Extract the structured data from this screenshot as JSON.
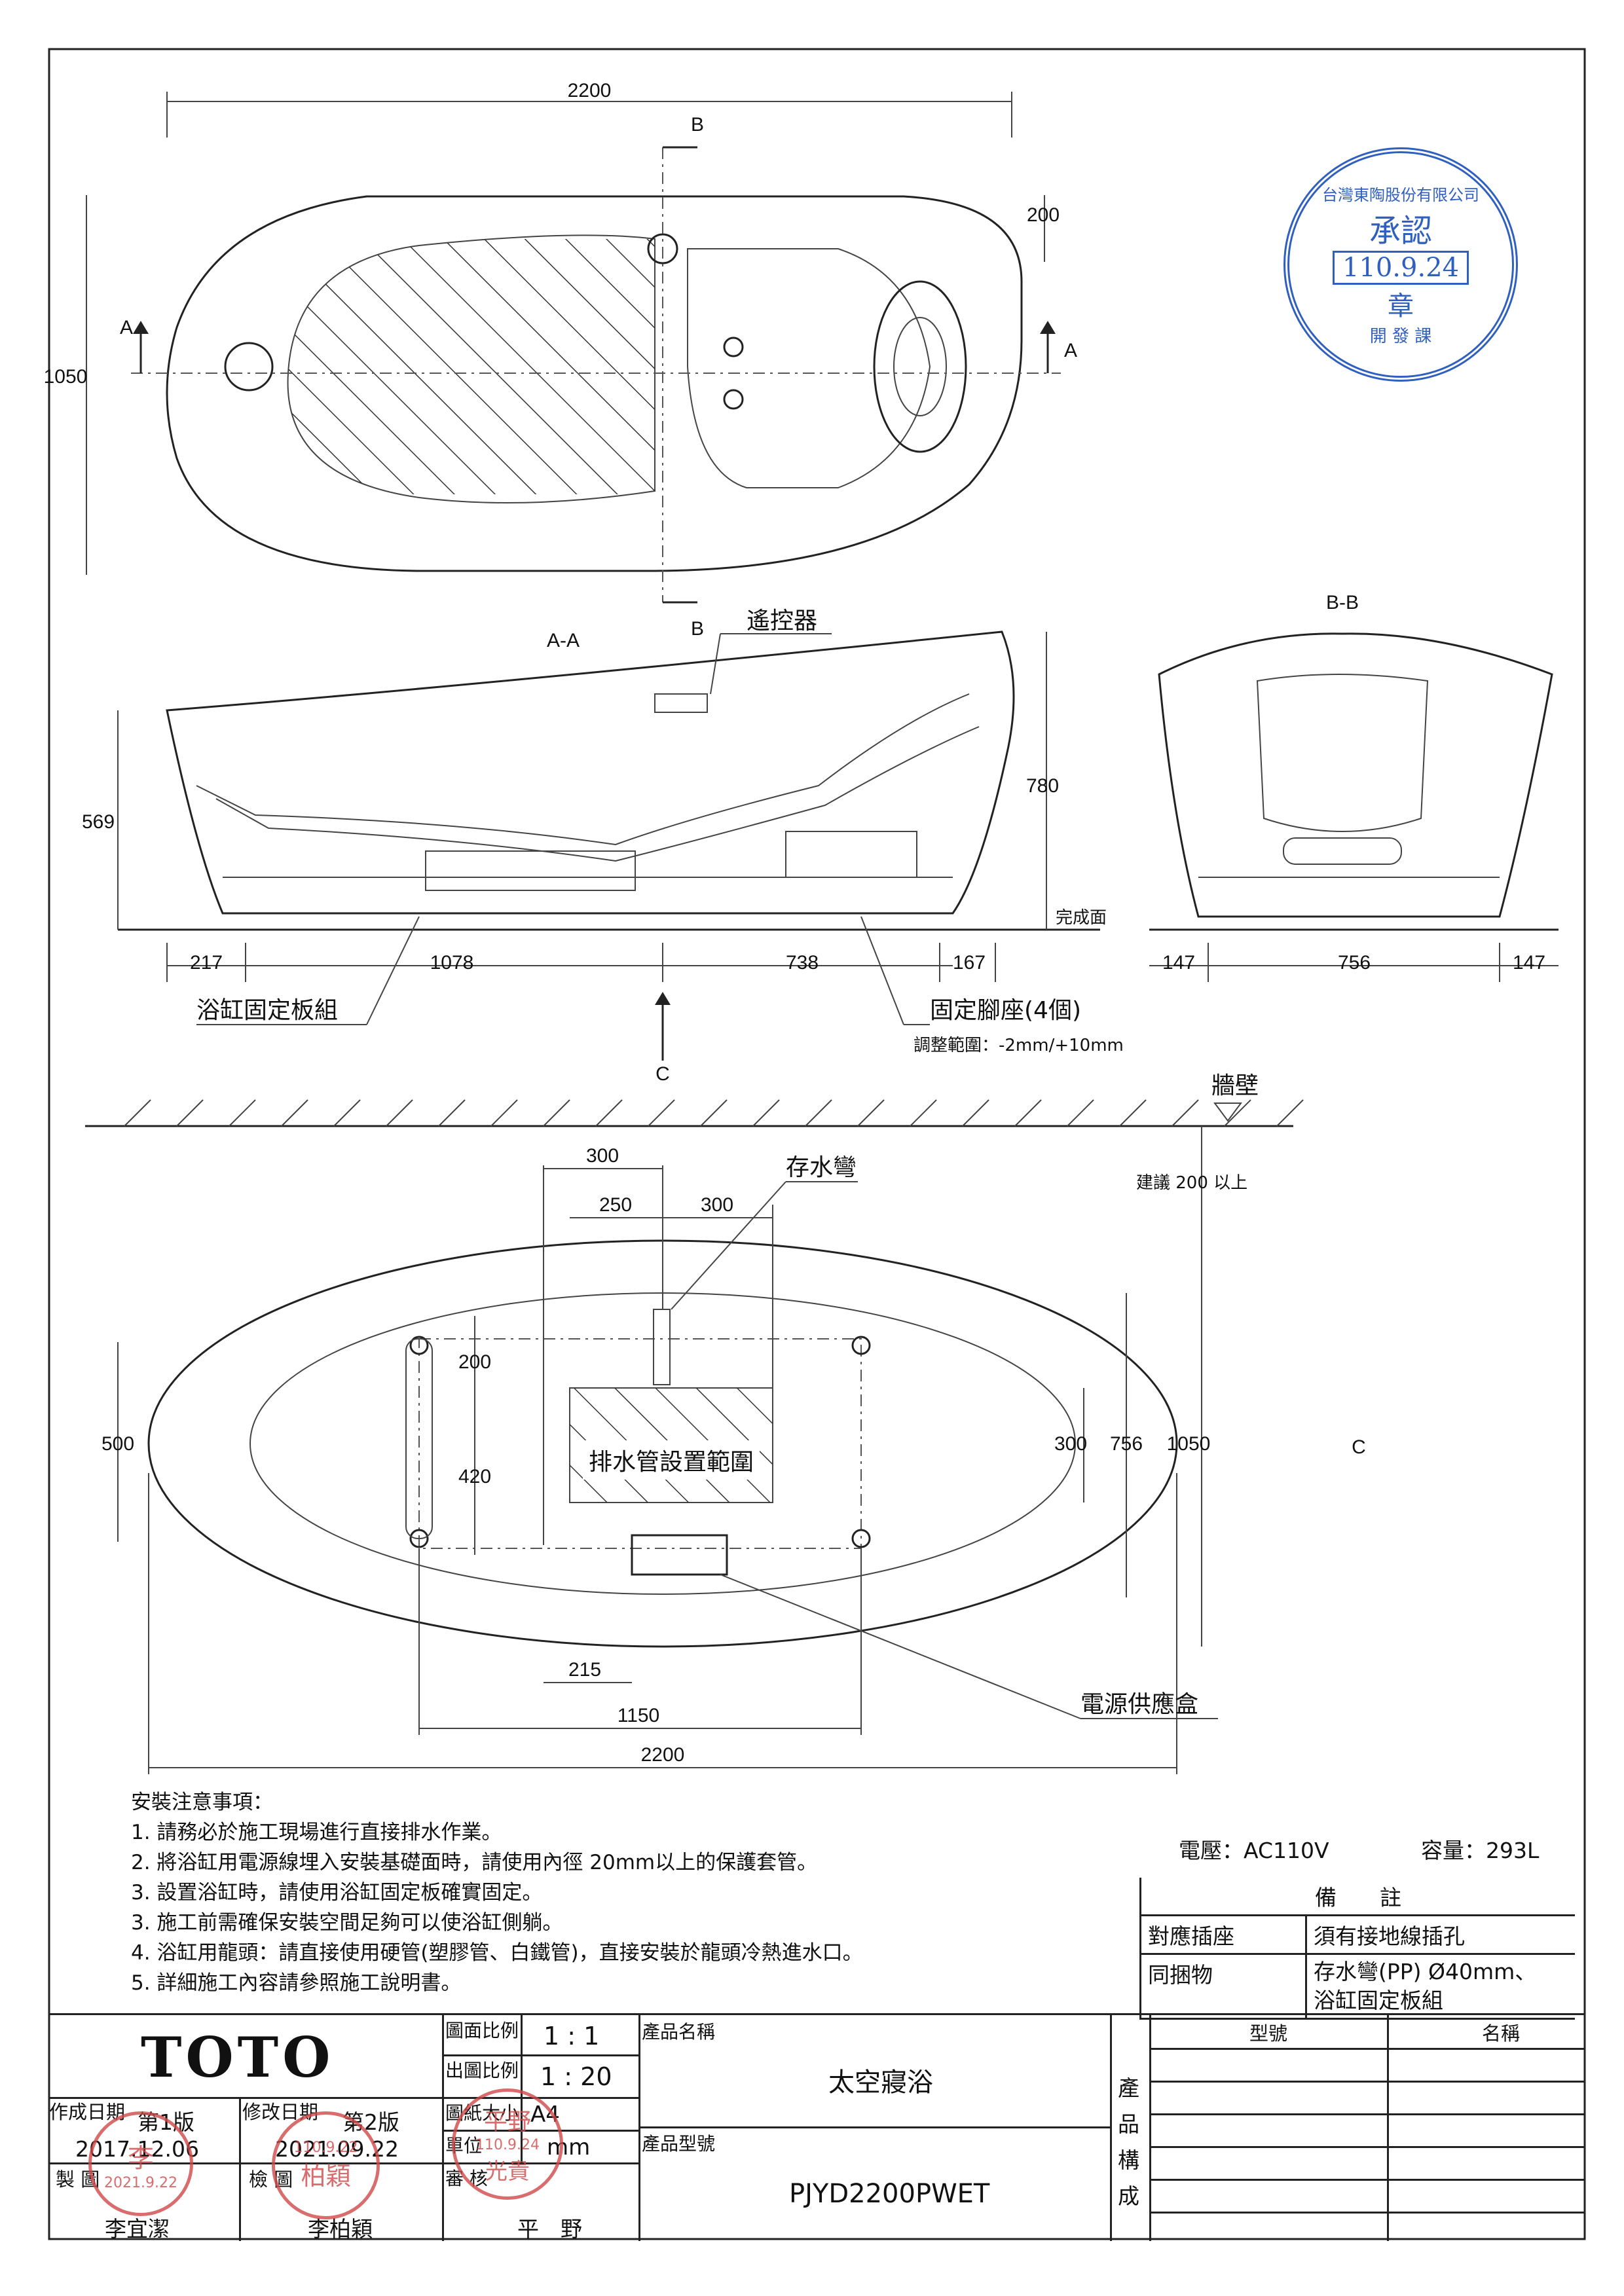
{
  "plan_top": {
    "dim_length": "2200",
    "dim_width": "1050",
    "dim_offset": "200",
    "section_a": "A",
    "section_b": "B"
  },
  "section_aa": {
    "title": "A-A",
    "remote_label": "遙控器",
    "dim_height_left": "569",
    "dim_height_right": "780",
    "floor_label": "完成面",
    "dims_bottom": [
      "217",
      "1078",
      "738",
      "167"
    ],
    "fix_plate": "浴缸固定板組",
    "feet": "固定腳座(4個)",
    "adjust_range": "調整範圍：-2mm/+10mm",
    "section_c": "C"
  },
  "section_bb": {
    "title": "B-B",
    "dims_bottom": [
      "147",
      "756",
      "147"
    ]
  },
  "plan_bottom": {
    "wall": "牆壁",
    "wall_note": "建議 200 以上",
    "dim_300_top": "300",
    "dim_250": "250",
    "dim_300_right": "300",
    "trap": "存水彎",
    "dim_200": "200",
    "dim_420": "420",
    "dim_500": "500",
    "dim_300_v": "300",
    "dim_756": "756",
    "dim_1050": "1050",
    "drain_range": "排水管設置範圍",
    "dim_215": "215",
    "dim_1150": "1150",
    "dim_2200": "2200",
    "power_box": "電源供應盒",
    "view_c": "C"
  },
  "notes": {
    "title": "安裝注意事項：",
    "items": [
      "1. 請務必於施工現場進行直接排水作業。",
      "2. 將浴缸用電源線埋入安裝基礎面時，請使用內徑 20mm以上的保護套管。",
      "3. 設置浴缸時，請使用浴缸固定板確實固定。",
      "3. 施工前需確保安裝空間足夠可以使浴缸側躺。",
      "4. 浴缸用龍頭：請直接使用硬管(塑膠管、白鐵管)，直接安裝於龍頭冷熱進水口。",
      "5. 詳細施工內容請參照施工說明書。"
    ]
  },
  "specs": {
    "voltage": "電壓：AC110V",
    "capacity": "容量：293L"
  },
  "remarks": {
    "header": "備　　註",
    "r1_label": "對應插座",
    "r1_value": "須有接地線插孔",
    "r2_label": "同捆物",
    "r2_value_1": "存水彎(PP) Ø40mm、",
    "r2_value_2": "浴缸固定板組"
  },
  "title_block": {
    "logo": "TOTO",
    "scale_label": "圖面比例",
    "scale": "1 : 1",
    "out_scale_label": "出圖比例",
    "out_scale": "1 : 20",
    "paper_label": "圖紙大小",
    "paper": "A4",
    "unit_label": "單位",
    "unit": "mm",
    "review_label": "審 核",
    "reviewer": "平　野",
    "created_label": "作成日期",
    "created_ver": "第1版",
    "created_date": "2017.12.06",
    "modified_label": "修改日期",
    "modified_ver": "第2版",
    "modified_date": "2021.09.22",
    "drawn_label": "製 圖",
    "drawer": "李宜潔",
    "checked_label": "檢 圖",
    "checker": "李柏穎",
    "product_name_label": "產品名稱",
    "product_name": "太空寢浴",
    "product_model_label": "產品型號",
    "product_model": "PJYD2200PWET",
    "composition_label": [
      "產",
      "品",
      "構",
      "成"
    ],
    "col_model": "型號",
    "col_name": "名稱"
  },
  "stamps": {
    "approval_company": "台灣東陶股份有限公司",
    "approval_word": "承認",
    "approval_date": "110.9.24",
    "approval_seal": "章",
    "approval_sides": [
      "開",
      "發",
      "課"
    ],
    "drawer_stamp_date": "2021.9.22",
    "drawer_stamp_name": "李",
    "checker_stamp_date": "110.9.22",
    "checker_stamp_name": "柏穎",
    "reviewer_stamp_name": "平野",
    "reviewer_stamp_date": "110.9.24",
    "reviewer_stamp_sub": "光貴"
  }
}
